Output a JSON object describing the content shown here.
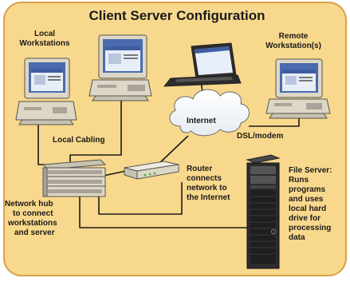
{
  "title": "Client Server Configuration",
  "labels": {
    "local_workstations": [
      "Local",
      "Workstations"
    ],
    "remote_workstations": [
      "Remote",
      "Workstation(s)"
    ],
    "internet": "Internet",
    "dsl_modem": "DSL/modem",
    "local_cabling": "Local Cabling",
    "router": [
      "Router",
      "connects",
      "network to",
      "the Internet"
    ],
    "network_hub": [
      "Network hub",
      "to connect",
      "workstations",
      "and server"
    ],
    "file_server": [
      "File Server:",
      "Runs",
      "programs",
      "and uses",
      "local hard",
      "drive for",
      "processing",
      "data"
    ]
  },
  "colors": {
    "background": "#f8d88c",
    "border": "#d9a24a",
    "cable": "#1a1a1a",
    "device_beige": "#ddd7c5",
    "device_shadow": "#a9a39a",
    "screen_blue": "#4a6bb0",
    "screen_window": "#e8eef8",
    "server_dark": "#2c2c2c"
  }
}
